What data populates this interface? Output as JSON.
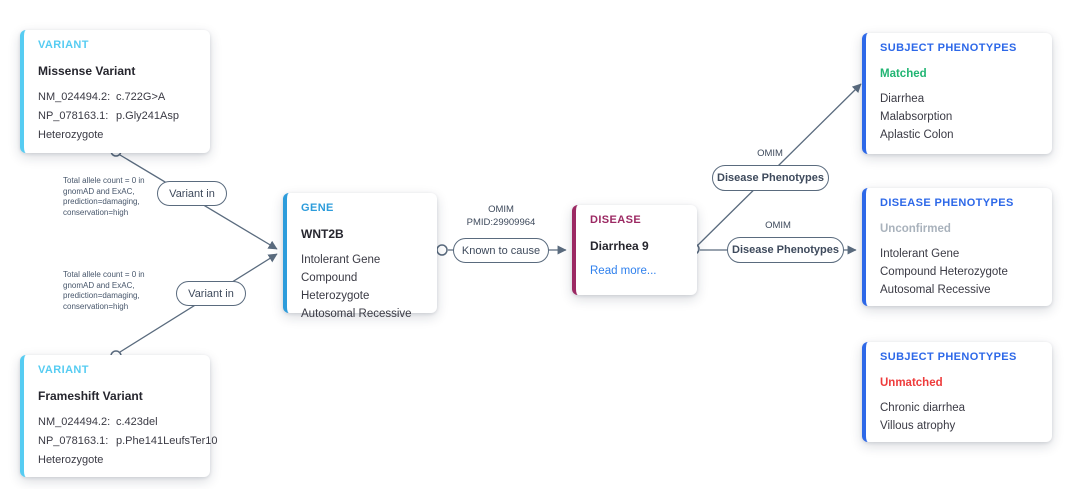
{
  "colors": {
    "variant_accent": "#56CCF2",
    "gene_accent": "#2D9CDB",
    "disease_accent": "#9C2963",
    "phenotype_accent": "#2D68E8",
    "matched_green": "#21B573",
    "unmatched_red": "#EE3B3B",
    "unconfirmed_gray": "#A9B2BC",
    "link_blue": "#2F80ED",
    "edge_slate": "#5A6B7E"
  },
  "cards": {
    "variant_missense": {
      "title": "VARIANT",
      "subtitle": "Missense Variant",
      "rows": [
        {
          "label": "NM_024494.2:",
          "value": "c.722G>A"
        },
        {
          "label": "NP_078163.1:",
          "value": "p.Gly241Asp"
        }
      ],
      "zygosity": "Heterozygote"
    },
    "variant_frameshift": {
      "title": "VARIANT",
      "subtitle": "Frameshift Variant",
      "rows": [
        {
          "label": "NM_024494.2:",
          "value": "c.423del"
        },
        {
          "label": "NP_078163.1:",
          "value": "p.Phe141LeufsTer10"
        }
      ],
      "zygosity": "Heterozygote"
    },
    "gene": {
      "title": "GENE",
      "subtitle": "WNT2B",
      "lines": [
        "Intolerant Gene",
        "Compound Heterozygote",
        "Autosomal Recessive"
      ]
    },
    "disease": {
      "title": "DISEASE",
      "subtitle": "Diarrhea 9",
      "link": "Read more..."
    },
    "subject_phenotypes_matched": {
      "title": "SUBJECT PHENOTYPES",
      "status": "Matched",
      "lines": [
        "Diarrhea",
        "Malabsorption",
        "Aplastic Colon"
      ]
    },
    "disease_phenotypes": {
      "title": "DISEASE PHENOTYPES",
      "status": "Unconfirmed",
      "lines": [
        "Intolerant Gene",
        "Compound Heterozygote",
        "Autosomal Recessive"
      ]
    },
    "subject_phenotypes_unmatched": {
      "title": "SUBJECT PHENOTYPES",
      "status": "Unmatched",
      "lines": [
        "Chronic diarrhea",
        "Villous atrophy"
      ]
    }
  },
  "edges": {
    "variant_in_top": {
      "label": "Variant in",
      "annotation": "Total allele count = 0 in\ngnomAD and ExAC,\nprediction=damaging,\nconservation=high"
    },
    "variant_in_bottom": {
      "label": "Variant in",
      "annotation": "Total allele count = 0 in\ngnomAD and ExAC,\nprediction=damaging,\nconservation=high"
    },
    "known_to_cause": {
      "label": "Known to cause",
      "source": "OMIM",
      "reference": "PMID:29909964"
    },
    "disease_phenotypes_upper": {
      "label": "Disease Phenotypes",
      "source": "OMIM"
    },
    "disease_phenotypes_lower": {
      "label": "Disease Phenotypes",
      "source": "OMIM"
    }
  }
}
